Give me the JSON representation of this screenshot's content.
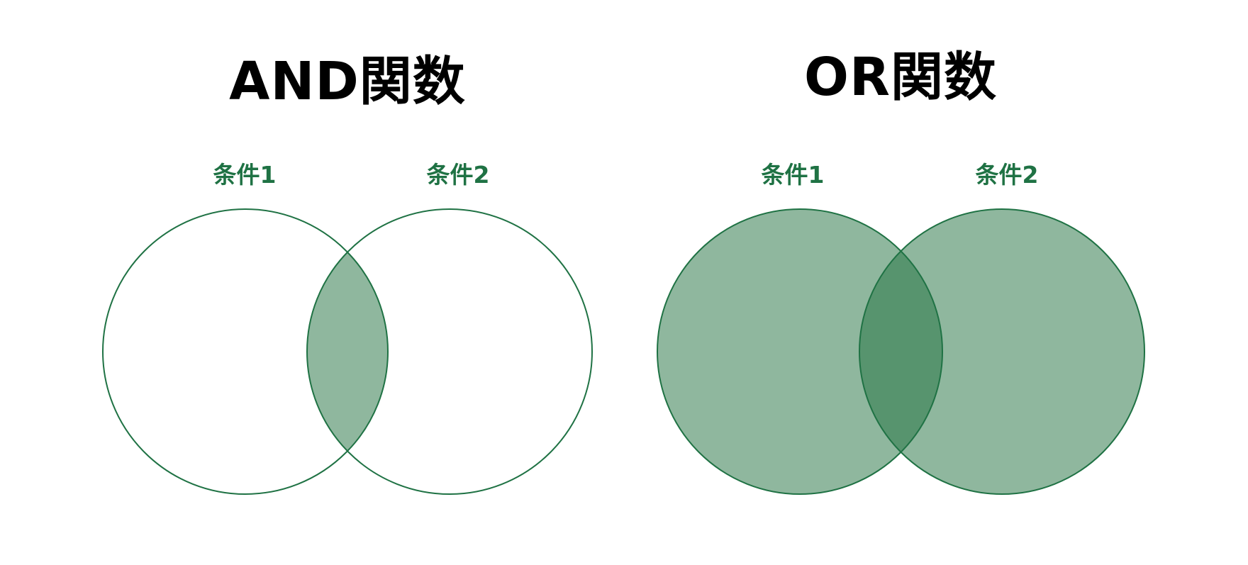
{
  "colors": {
    "stroke": "#1f7244",
    "fill": "#8fb79e",
    "overlap": "#57946e",
    "label": "#1f7244",
    "title": "#000000"
  },
  "diagrams": [
    {
      "title": "AND関数",
      "labels": [
        "条件1",
        "条件2"
      ],
      "highlight": "intersection"
    },
    {
      "title": "OR関数",
      "labels": [
        "条件1",
        "条件2"
      ],
      "highlight": "union"
    }
  ]
}
